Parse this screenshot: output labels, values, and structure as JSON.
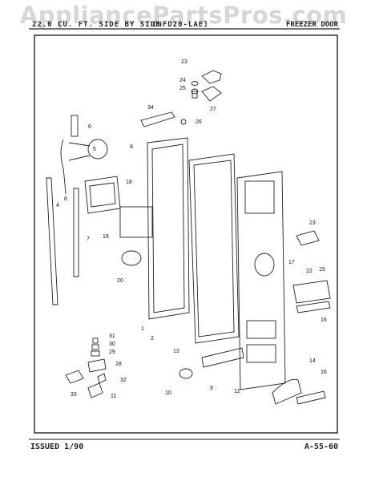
{
  "watermark": "AppliancePartsPros.com",
  "header": {
    "left": "22.0 CU. FT. SIDE BY SIDE",
    "model": "(NFD20-LAE)",
    "right": "FREEZER DOOR"
  },
  "footer": {
    "issued": "ISSUED 1/90",
    "page": "A-55-60"
  },
  "callouts": [
    {
      "id": "c23a",
      "text": "23"
    },
    {
      "id": "c24",
      "text": "24"
    },
    {
      "id": "c25",
      "text": "25"
    },
    {
      "id": "c27",
      "text": "27"
    },
    {
      "id": "c26",
      "text": "26"
    },
    {
      "id": "c34",
      "text": "34"
    },
    {
      "id": "c6",
      "text": "6"
    },
    {
      "id": "c5",
      "text": "5"
    },
    {
      "id": "c8a",
      "text": "8"
    },
    {
      "id": "c8b",
      "text": "8"
    },
    {
      "id": "c18",
      "text": "18"
    },
    {
      "id": "c4",
      "text": "4"
    },
    {
      "id": "c7",
      "text": "7"
    },
    {
      "id": "c19",
      "text": "19"
    },
    {
      "id": "c20",
      "text": "20"
    },
    {
      "id": "c1",
      "text": "1"
    },
    {
      "id": "c2",
      "text": "2"
    },
    {
      "id": "c13",
      "text": "13"
    },
    {
      "id": "c23b",
      "text": "23"
    },
    {
      "id": "c17",
      "text": "17"
    },
    {
      "id": "c22",
      "text": "22"
    },
    {
      "id": "c15",
      "text": "15"
    },
    {
      "id": "c16a",
      "text": "16"
    },
    {
      "id": "c31",
      "text": "31"
    },
    {
      "id": "c30",
      "text": "30"
    },
    {
      "id": "c29",
      "text": "29"
    },
    {
      "id": "c28",
      "text": "28"
    },
    {
      "id": "c32",
      "text": "32"
    },
    {
      "id": "c33",
      "text": "33"
    },
    {
      "id": "c11",
      "text": "11"
    },
    {
      "id": "c10",
      "text": "10"
    },
    {
      "id": "c9",
      "text": "9"
    },
    {
      "id": "c12",
      "text": "12"
    },
    {
      "id": "c14",
      "text": "14"
    },
    {
      "id": "c16b",
      "text": "16"
    }
  ]
}
